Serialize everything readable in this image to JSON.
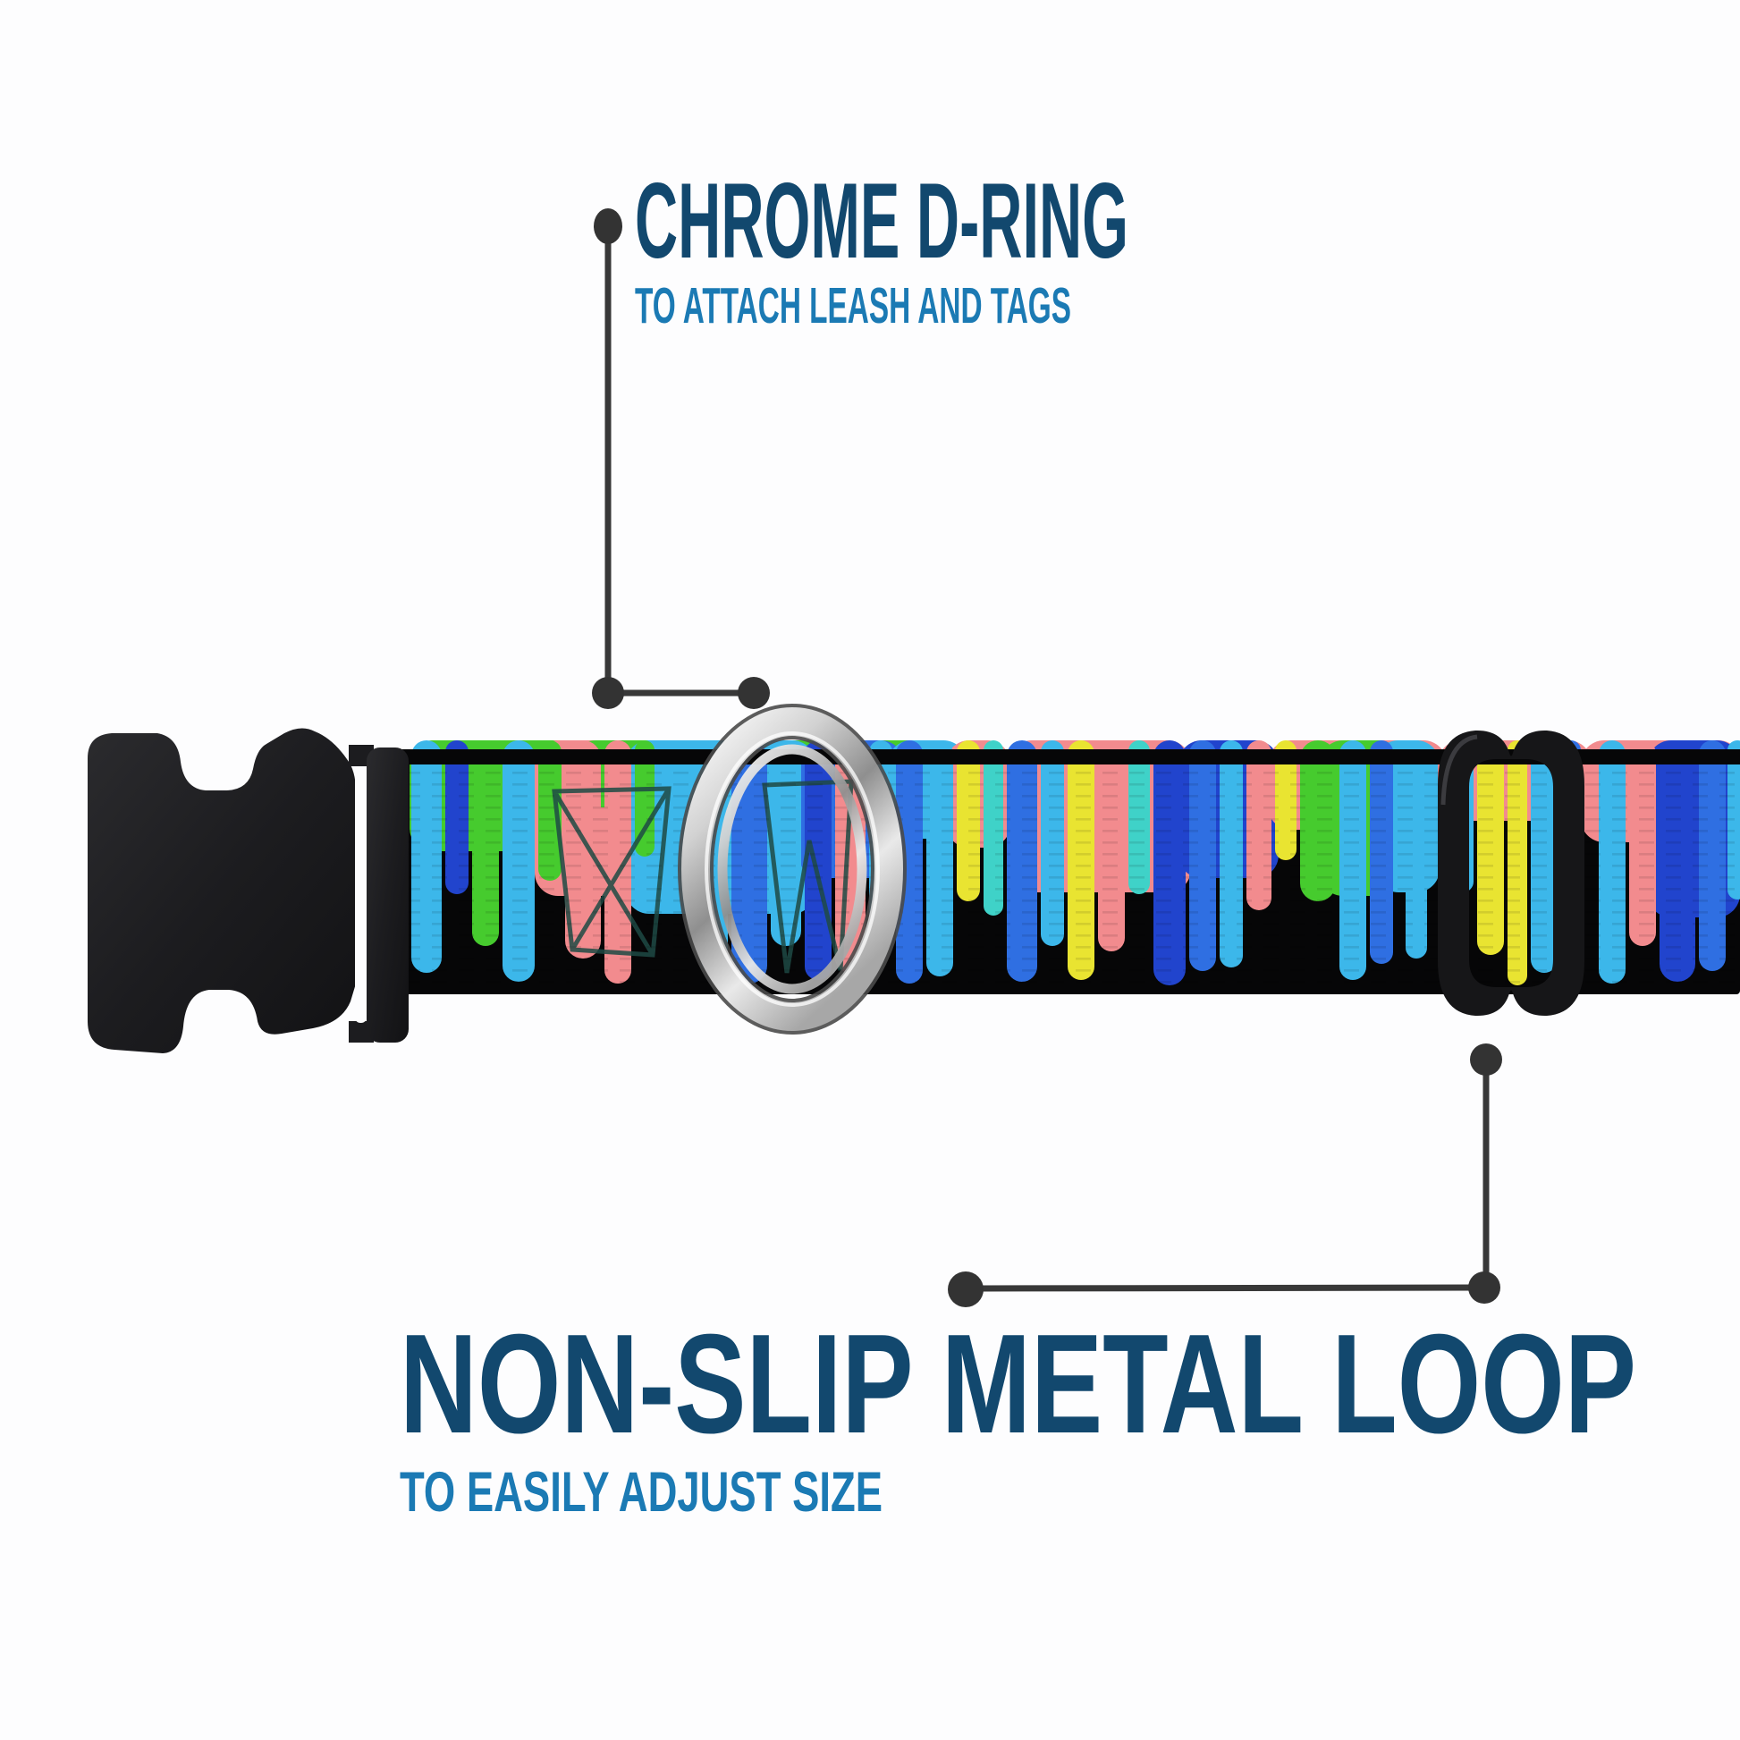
{
  "background_color": "#fdfdfe",
  "callouts": {
    "line_color": "#383838",
    "dot_color": "#333333",
    "d_ring": {
      "title": "CHROME D-RING",
      "subtitle": "TO ATTACH LEASH AND TAGS",
      "title_color": "#12486e",
      "subtitle_color": "#1b7ab4"
    },
    "metal_loop": {
      "title": "NON-SLIP METAL LOOP",
      "subtitle": "TO EASILY ADJUST SIZE",
      "title_color": "#12486e",
      "subtitle_color": "#1b7ab4"
    }
  },
  "collar": {
    "webbing_color": "#060607",
    "buckle_color_dark": "#141416",
    "buckle_color_light": "#2b2b2e",
    "loop_color": "#161618",
    "ring_highlight": "#f6f6f6",
    "ring_mid": "#9b9b9b",
    "doodle_color": "#1f4a44",
    "drip_colors": {
      "gr": "#46cb2e",
      "lb": "#3cb7ea",
      "db": "#2144cd",
      "mb": "#2f6fe2",
      "pk": "#f28b8e",
      "yl": "#e9e431",
      "cy": "#3fd2c8"
    },
    "pools": [
      [
        458,
        205,
        952,
        "gr"
      ],
      [
        598,
        168,
        1002,
        "pk"
      ],
      [
        640,
        430,
        903,
        "gr"
      ],
      [
        700,
        212,
        1022,
        "lb"
      ],
      [
        893,
        118,
        982,
        "mb"
      ],
      [
        993,
        88,
        938,
        "lb"
      ],
      [
        1058,
        72,
        948,
        "pk"
      ],
      [
        1128,
        204,
        998,
        "pk"
      ],
      [
        1318,
        112,
        982,
        "db"
      ],
      [
        1418,
        200,
        928,
        "pk"
      ],
      [
        1476,
        92,
        1002,
        "gr"
      ],
      [
        1538,
        72,
        998,
        "lb"
      ],
      [
        1608,
        172,
        918,
        "pk"
      ],
      [
        1768,
        180,
        942,
        "pk"
      ],
      [
        1843,
        103,
        1026,
        "db"
      ]
    ],
    "fingers": [
      [
        460,
        34,
        1088,
        "lb"
      ],
      [
        498,
        26,
        1000,
        "db"
      ],
      [
        528,
        30,
        1058,
        "gr"
      ],
      [
        562,
        36,
        1098,
        "lb"
      ],
      [
        602,
        26,
        985,
        "gr"
      ],
      [
        632,
        40,
        1072,
        "pk"
      ],
      [
        676,
        30,
        1100,
        "pk"
      ],
      [
        710,
        22,
        958,
        "gr"
      ],
      [
        734,
        46,
        1008,
        "lb"
      ],
      [
        784,
        30,
        1088,
        "lb"
      ],
      [
        818,
        40,
        1100,
        "mb"
      ],
      [
        862,
        34,
        1058,
        "lb"
      ],
      [
        900,
        30,
        1096,
        "db"
      ],
      [
        934,
        34,
        1088,
        "pk"
      ],
      [
        972,
        26,
        1038,
        "lb"
      ],
      [
        1002,
        30,
        1100,
        "mb"
      ],
      [
        1036,
        30,
        1092,
        "lb"
      ],
      [
        1070,
        26,
        1008,
        "yl"
      ],
      [
        1100,
        22,
        1024,
        "cy"
      ],
      [
        1126,
        34,
        1098,
        "mb"
      ],
      [
        1164,
        26,
        1058,
        "lb"
      ],
      [
        1194,
        30,
        1096,
        "yl"
      ],
      [
        1228,
        30,
        1064,
        "pk"
      ],
      [
        1262,
        24,
        1000,
        "cy"
      ],
      [
        1290,
        36,
        1102,
        "db"
      ],
      [
        1330,
        30,
        1086,
        "mb"
      ],
      [
        1364,
        26,
        1082,
        "lb"
      ],
      [
        1394,
        28,
        1018,
        "pk"
      ],
      [
        1426,
        24,
        962,
        "yl"
      ],
      [
        1454,
        40,
        1008,
        "gr"
      ],
      [
        1498,
        30,
        1096,
        "lb"
      ],
      [
        1532,
        26,
        1078,
        "mb"
      ],
      [
        1572,
        24,
        1072,
        "lb"
      ],
      [
        1624,
        24,
        998,
        "lb"
      ],
      [
        1652,
        30,
        1068,
        "yl"
      ],
      [
        1686,
        22,
        1102,
        "yl"
      ],
      [
        1712,
        30,
        1088,
        "lb"
      ],
      [
        1746,
        22,
        1008,
        "mb"
      ],
      [
        1788,
        30,
        1100,
        "lb"
      ],
      [
        1822,
        30,
        1058,
        "pk"
      ],
      [
        1856,
        40,
        1098,
        "db"
      ],
      [
        1900,
        30,
        1086,
        "mb"
      ],
      [
        1932,
        22,
        1006,
        "lb"
      ]
    ],
    "doodles": [
      "M 620 885 L 748 882 L 730 1068 L 640 1062 Z M 620 885 L 730 1068 M 748 882 L 640 1062",
      "M 855 878 L 952 874 L 940 1085 L 905 940 L 880 1088 Z"
    ]
  }
}
